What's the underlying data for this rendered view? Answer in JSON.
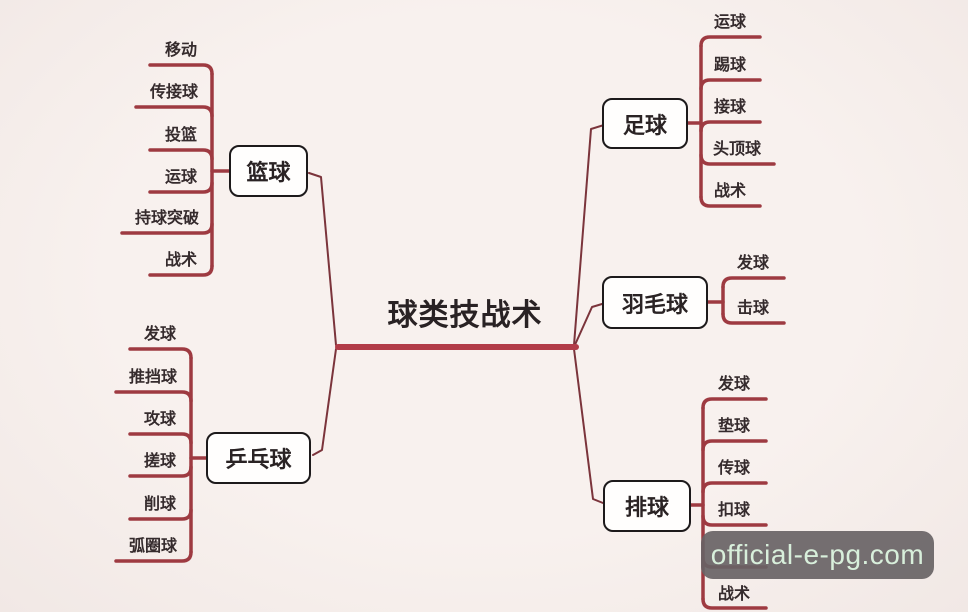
{
  "diagram": {
    "title": "球类技战术",
    "branches": [
      {
        "id": "basketball",
        "label": "篮球",
        "children": [
          "移动",
          "传接球",
          "投篮",
          "运球",
          "持球突破",
          "战术"
        ]
      },
      {
        "id": "table-tennis",
        "label": "乒乓球",
        "children": [
          "发球",
          "推挡球",
          "攻球",
          "搓球",
          "削球",
          "弧圈球"
        ]
      },
      {
        "id": "football",
        "label": "足球",
        "children": [
          "运球",
          "踢球",
          "接球",
          "头顶球",
          "战术"
        ]
      },
      {
        "id": "badminton",
        "label": "羽毛球",
        "children": [
          "发球",
          "击球"
        ]
      },
      {
        "id": "volleyball",
        "label": "排球",
        "children": [
          "发球",
          "垫球",
          "传球",
          "扣球",
          "",
          "战术"
        ]
      }
    ],
    "colors": {
      "branch_line": "#9e3a41",
      "thin_line": "#7b343b",
      "center_line": "#b23c48",
      "node_border": "#1d1a1b",
      "background": "#f6efec"
    },
    "watermark": "official-e-pg.com"
  }
}
